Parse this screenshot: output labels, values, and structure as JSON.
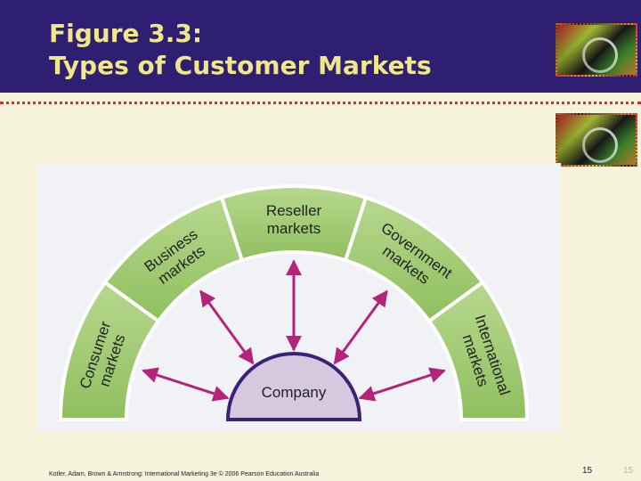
{
  "header": {
    "title_line1": "Figure 3.3:",
    "title_line2": "Types of Customer Markets"
  },
  "diagram": {
    "center": "Company",
    "markets": [
      {
        "id": "consumer",
        "label": [
          "Consumer",
          "markets"
        ]
      },
      {
        "id": "business",
        "label": [
          "Business",
          "markets"
        ]
      },
      {
        "id": "reseller",
        "label": [
          "Reseller",
          "markets"
        ]
      },
      {
        "id": "government",
        "label": [
          "Government",
          "markets"
        ]
      },
      {
        "id": "international",
        "label": [
          "International",
          "markets"
        ]
      }
    ]
  },
  "footer": {
    "citation": "Kotler, Adam, Brown & Armstrong: International Marketing 3e © 2006 Pearson Education Australia",
    "page_number": "15",
    "page_number_ghost": "15"
  },
  "colors": {
    "header_bg": "#2e1f73",
    "title_text": "#f0e68c",
    "slide_bg": "#f5f3dc",
    "arc_green": "#8fbf5e",
    "arc_green_light": "#b7d88e",
    "company_fill": "#d6c8df",
    "company_stroke": "#3a2277",
    "arrow": "#b5237a"
  }
}
